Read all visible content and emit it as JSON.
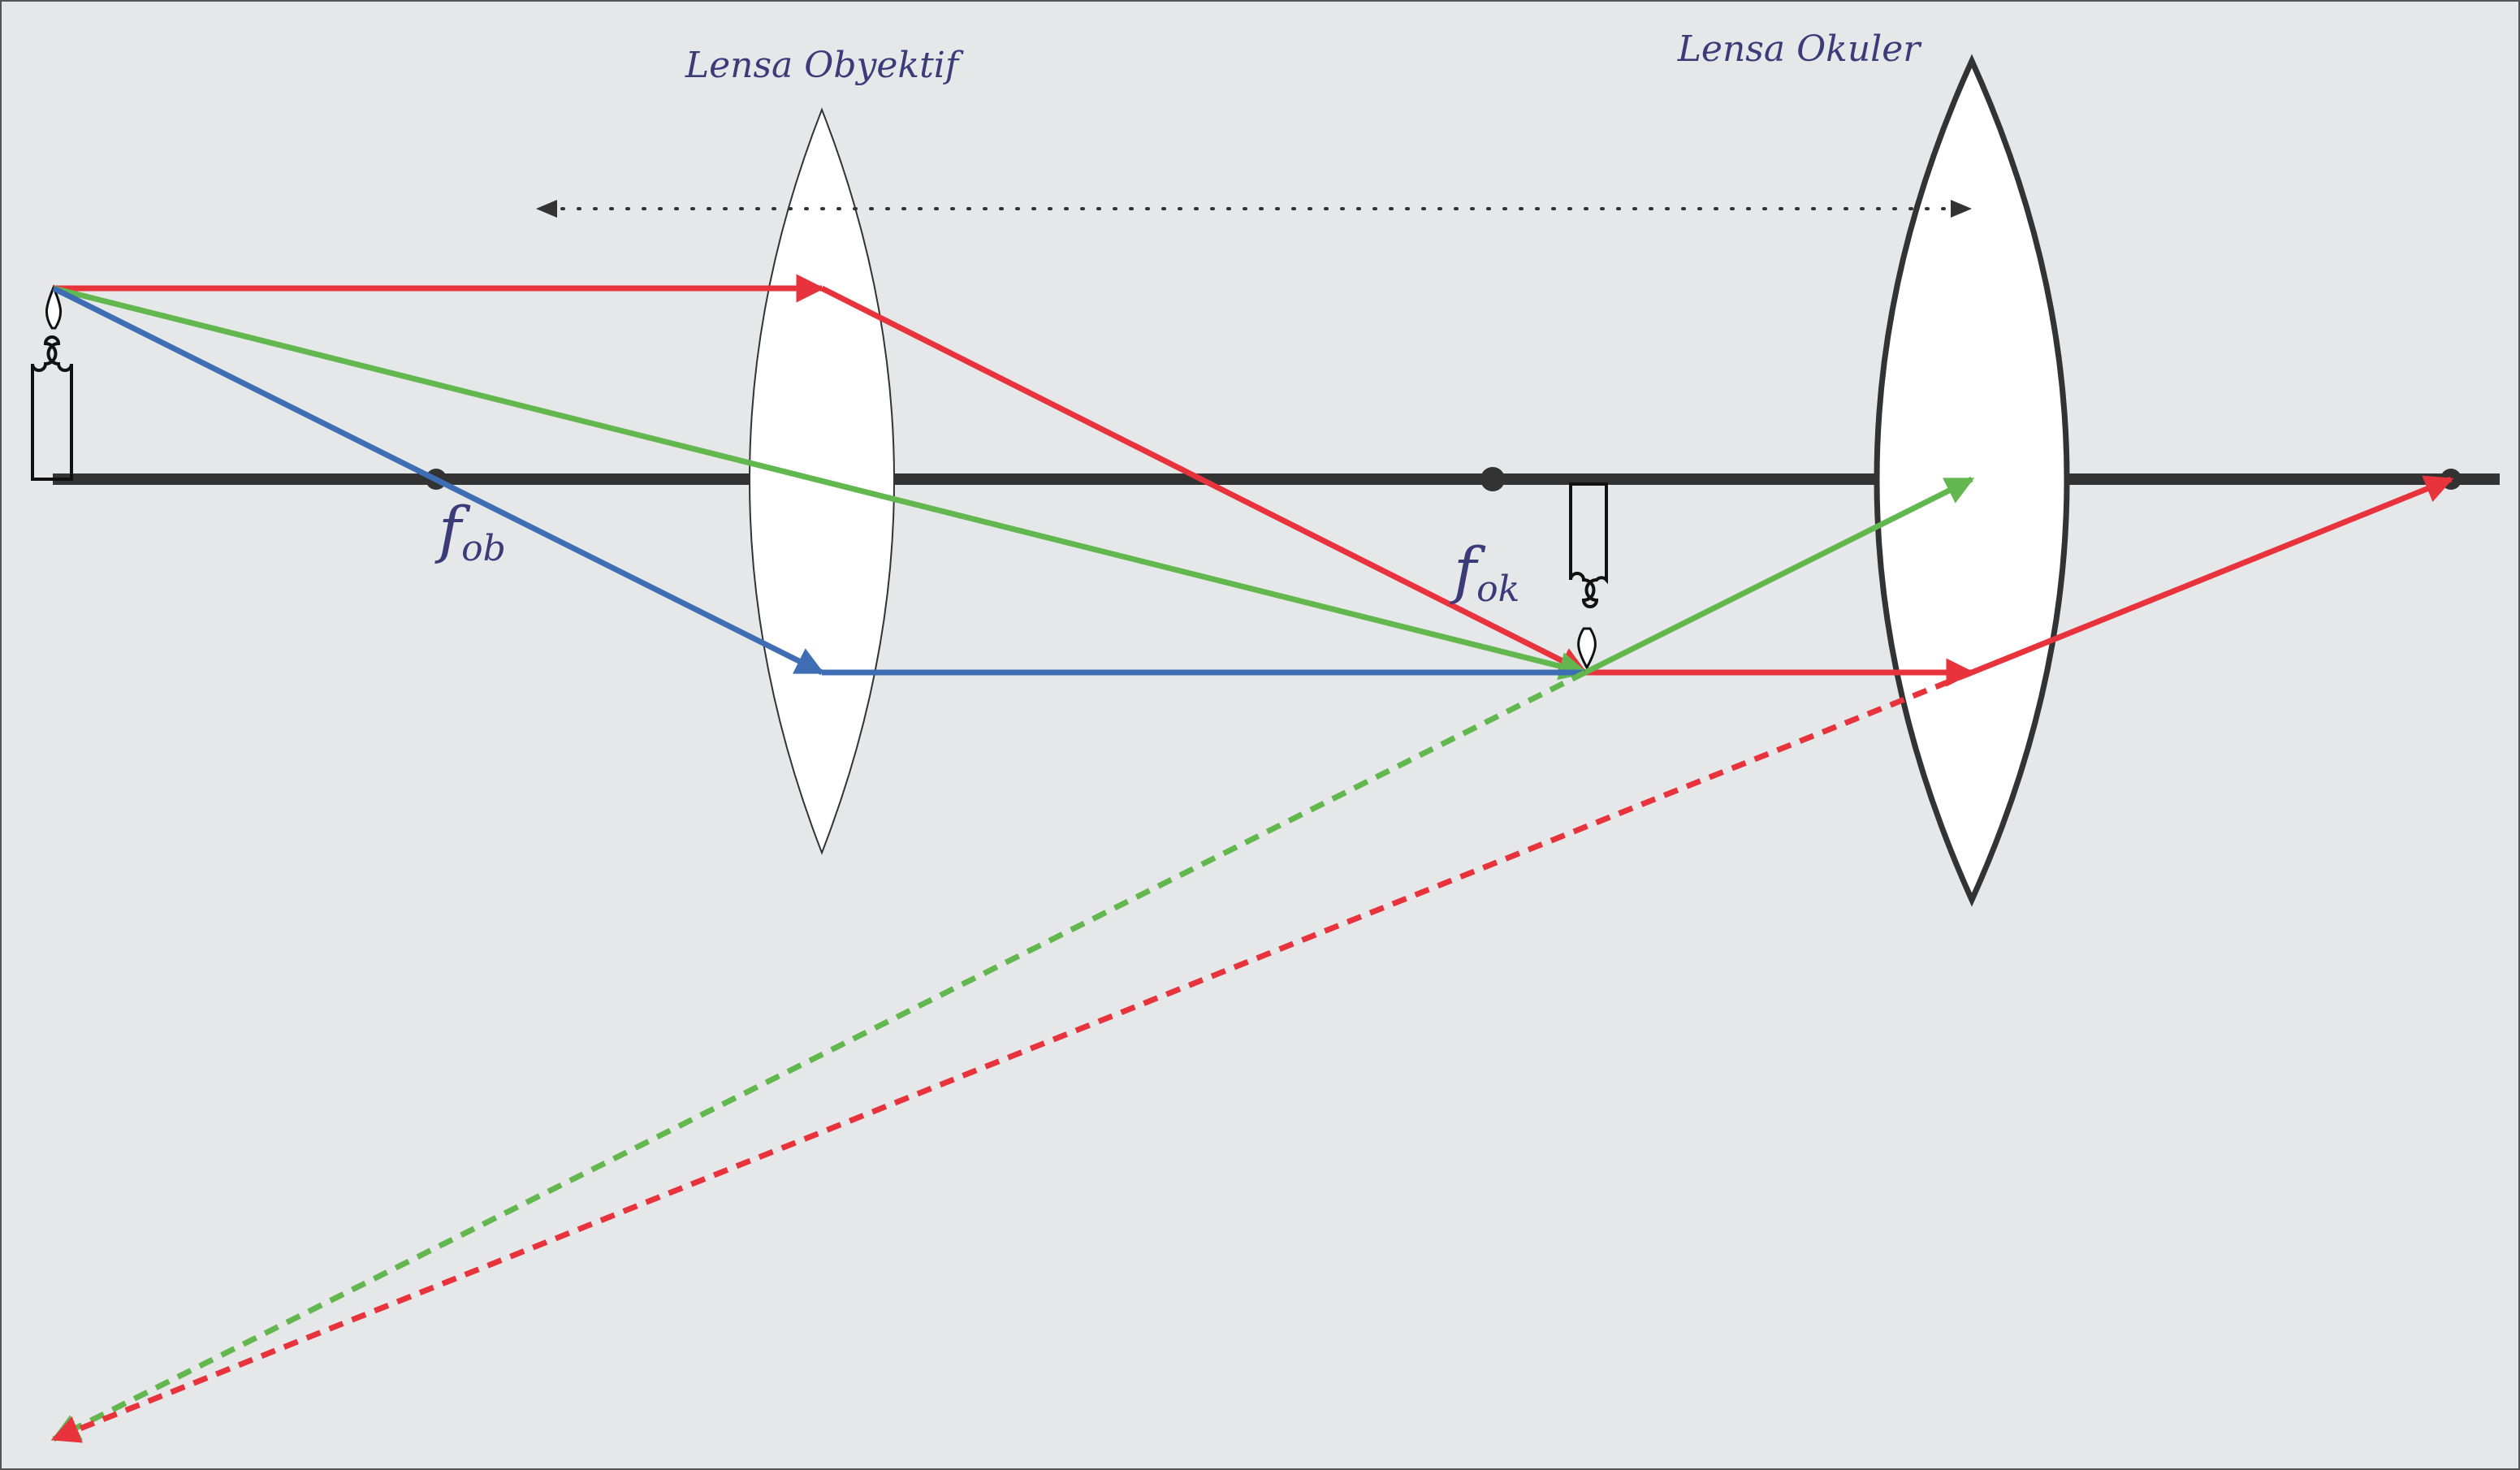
{
  "labels": {
    "objective_lens": "Lensa Obyektif",
    "eyepiece_lens": "Lensa Okuler",
    "f_objective_main": "f",
    "f_objective_sub": "ob",
    "f_eyepiece_main": "f",
    "f_eyepiece_sub": "ok"
  },
  "colors": {
    "background": "#e6e7e8",
    "axis": "#333333",
    "ray_red": "#e8323c",
    "ray_green": "#62b84e",
    "ray_blue": "#3f6db3",
    "label": "#3b3b7a",
    "lens_fill": "#ffffff"
  }
}
